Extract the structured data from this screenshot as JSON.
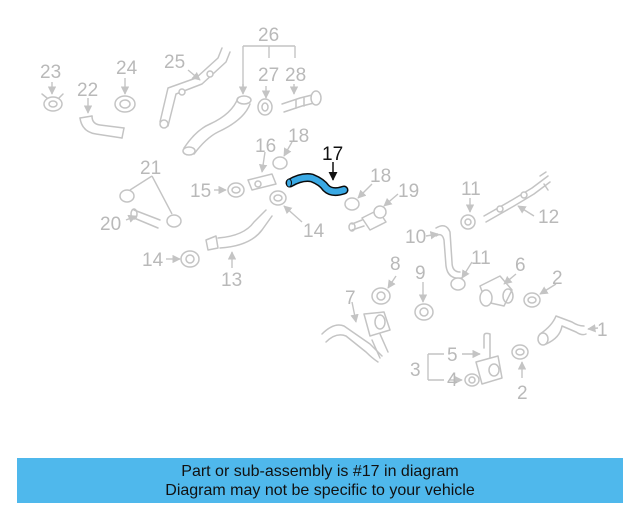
{
  "diagram": {
    "highlight_part": "17",
    "highlight_color": "#3aa9e4",
    "highlight_outline": "#0a0a0a",
    "ghost_color": "#c4c4c4",
    "labels": [
      "1",
      "2",
      "2",
      "3",
      "4",
      "5",
      "6",
      "7",
      "8",
      "9",
      "10",
      "11",
      "11",
      "12",
      "13",
      "14",
      "14",
      "15",
      "16",
      "17",
      "18",
      "18",
      "19",
      "20",
      "21",
      "22",
      "23",
      "24",
      "25",
      "26",
      "27",
      "28"
    ]
  },
  "banner": {
    "line1": "Part or sub-assembly is #17 in diagram",
    "line2": "Diagram may not be specific to your vehicle",
    "background": "#4fb8ec"
  }
}
